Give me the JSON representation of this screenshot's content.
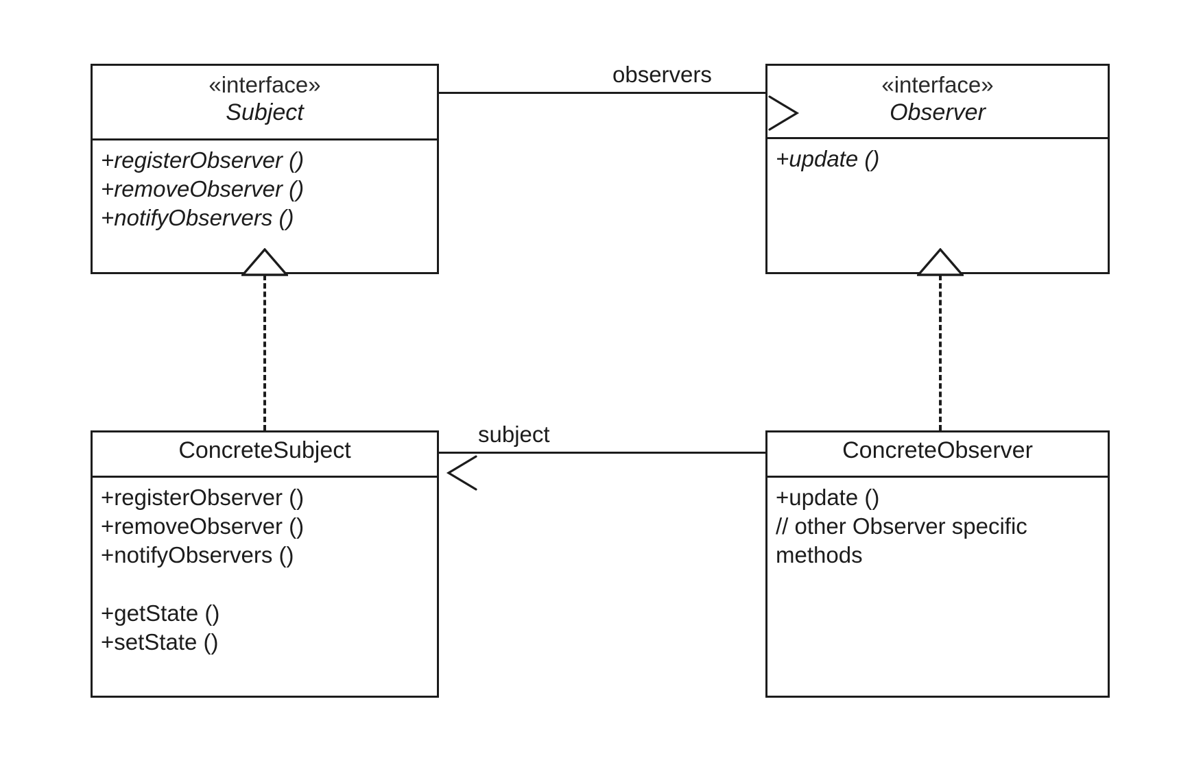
{
  "diagram": {
    "title": "Observer Pattern UML Class Diagram",
    "type": "uml-class-diagram",
    "stroke_color": "#1c1c1c",
    "background_color": "#ffffff"
  },
  "classes": {
    "subject": {
      "stereotype": "«interface»",
      "name": "Subject",
      "abstract": true,
      "members": [
        "+registerObserver ()",
        "+removeObserver ()",
        "+notifyObservers ()"
      ]
    },
    "observer": {
      "stereotype": "«interface»",
      "name": "Observer",
      "abstract": true,
      "members": [
        "+update ()"
      ]
    },
    "concrete_subject": {
      "stereotype": "",
      "name": "ConcreteSubject",
      "abstract": false,
      "members": [
        "+registerObserver ()",
        "+removeObserver ()",
        "+notifyObservers ()",
        "",
        "+getState ()",
        "+setState ()"
      ]
    },
    "concrete_observer": {
      "stereotype": "",
      "name": "ConcreteObserver",
      "abstract": false,
      "members": [
        "+update ()",
        " // other Observer specific",
        " methods"
      ]
    }
  },
  "relationships": {
    "observers_association": {
      "label": "observers",
      "from": "Subject",
      "to": "Observer",
      "kind": "association",
      "arrow": "open-stick",
      "direction": "right"
    },
    "subject_association": {
      "label": "subject",
      "from": "ConcreteObserver",
      "to": "ConcreteSubject",
      "kind": "association",
      "arrow": "open-stick",
      "direction": "left"
    },
    "subject_realization": {
      "label": "",
      "from": "ConcreteSubject",
      "to": "Subject",
      "kind": "realization",
      "arrow": "hollow-triangle",
      "line_style": "dashed"
    },
    "observer_realization": {
      "label": "",
      "from": "ConcreteObserver",
      "to": "Observer",
      "kind": "realization",
      "arrow": "hollow-triangle",
      "line_style": "dashed"
    }
  }
}
